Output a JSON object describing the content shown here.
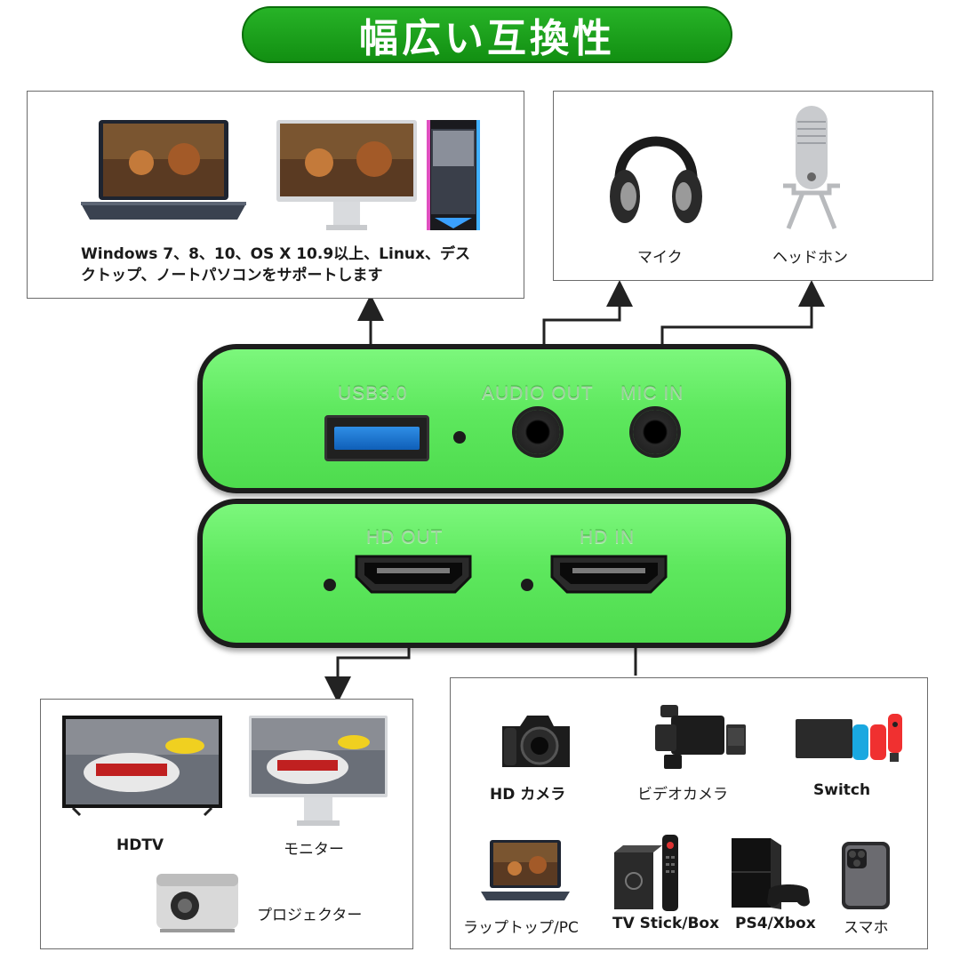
{
  "title": "幅広い互換性",
  "computers": {
    "caption_line1": "Windows 7、8、10、OS X 10.9以上、Linux、デス",
    "caption_line2": "クトップ、ノートパソコンをサポートします"
  },
  "audio": {
    "labels": [
      "マイク",
      "ヘッドホン"
    ]
  },
  "device": {
    "top_ports": [
      "USB3.0",
      "AUDIO OUT",
      "MIC IN"
    ],
    "bottom_ports": [
      "HD OUT",
      "HD IN"
    ],
    "body_color": "#5ee85e"
  },
  "outputs": {
    "labels": [
      "HDTV",
      "モニター",
      "プロジェクター"
    ]
  },
  "inputs": {
    "labels": [
      "HD カメラ",
      "ビデオカメラ",
      "Switch",
      "ラップトップ/PC",
      "TV Stick/Box",
      "PS4/Xbox",
      "スマホ"
    ]
  },
  "colors": {
    "title_green": "#1a9e1a",
    "device_green": "#5ee85e",
    "arrow": "#222222"
  }
}
